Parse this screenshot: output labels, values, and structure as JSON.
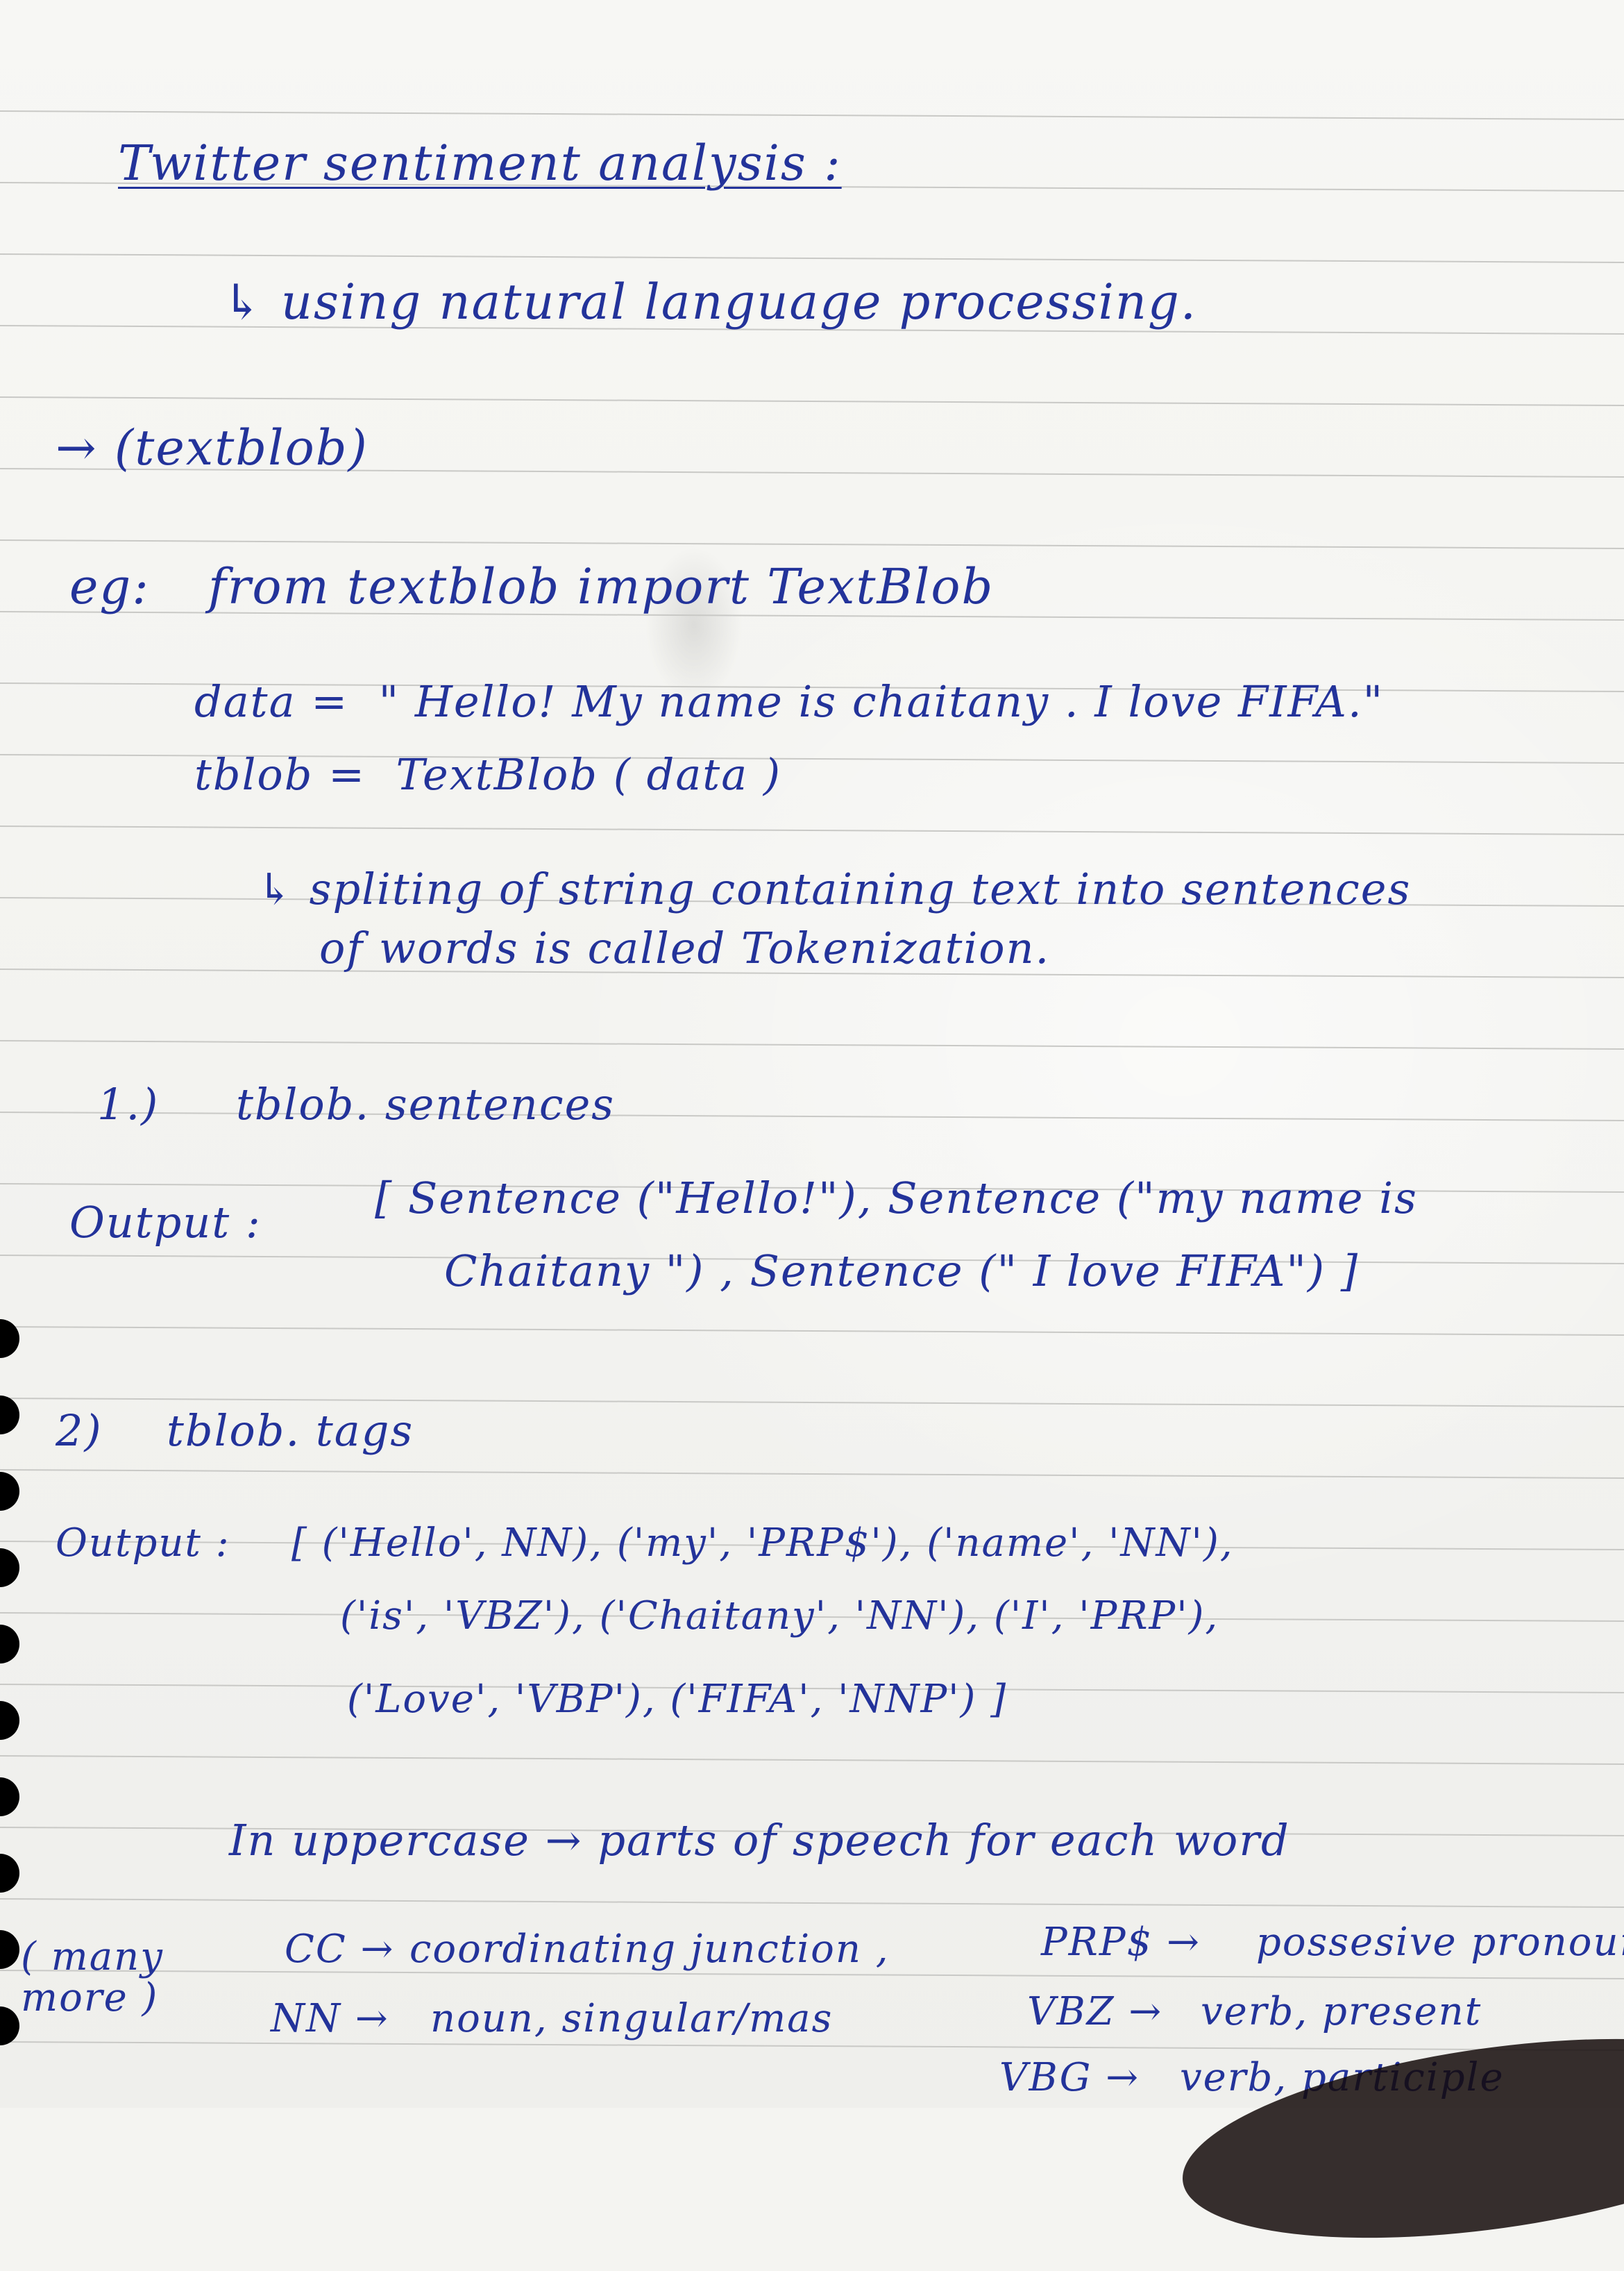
{
  "notes": {
    "title": "Twitter sentiment analysis :",
    "subtitle": "↳ using natural language processing.",
    "library": "→ (textblob)",
    "eg_label": "eg:",
    "import_line": "from textblob import TextBlob",
    "data_line": "data =  \" Hello! My name is chaitany . I love FIFA.\"",
    "tblob_line": "tblob =  TextBlob ( data )",
    "tokenization_1": "↳ spliting of string containing text into sentences",
    "tokenization_2": "of words is called Tokenization.",
    "step1_label": "1.)",
    "step1_code": "tblob. sentences",
    "output1_label": "Output :",
    "output1_line1": "[ Sentence (\"Hello!\"), Sentence (\"my name is",
    "output1_line2": "Chaitany \") , Sentence (\" I love FIFA\") ]",
    "step2_label": "2)",
    "step2_code": "tblob. tags",
    "output2_label": "Output :",
    "output2_line1": "[ ('Hello', NN), ('my', 'PRP$'), ('name', 'NN'),",
    "output2_line2": "('is', 'VBZ'), ('Chaitany', 'NN'), ('I', 'PRP'),",
    "output2_line3": "('Love', 'VBP'), ('FIFA', 'NNP') ]",
    "uppercase_note": "In uppercase → parts of speech for each word",
    "more_label": "( many more )",
    "pos_tags": [
      {
        "tag": "CC →",
        "meaning": "coordinating junction ,"
      },
      {
        "tag": "NN →",
        "meaning": "noun, singular/mas"
      },
      {
        "tag": "PRP$ →",
        "meaning": "possesive pronoun"
      },
      {
        "tag": "VBZ →",
        "meaning": "verb, present"
      },
      {
        "tag": "VBG →",
        "meaning": "verb, participle"
      }
    ]
  }
}
